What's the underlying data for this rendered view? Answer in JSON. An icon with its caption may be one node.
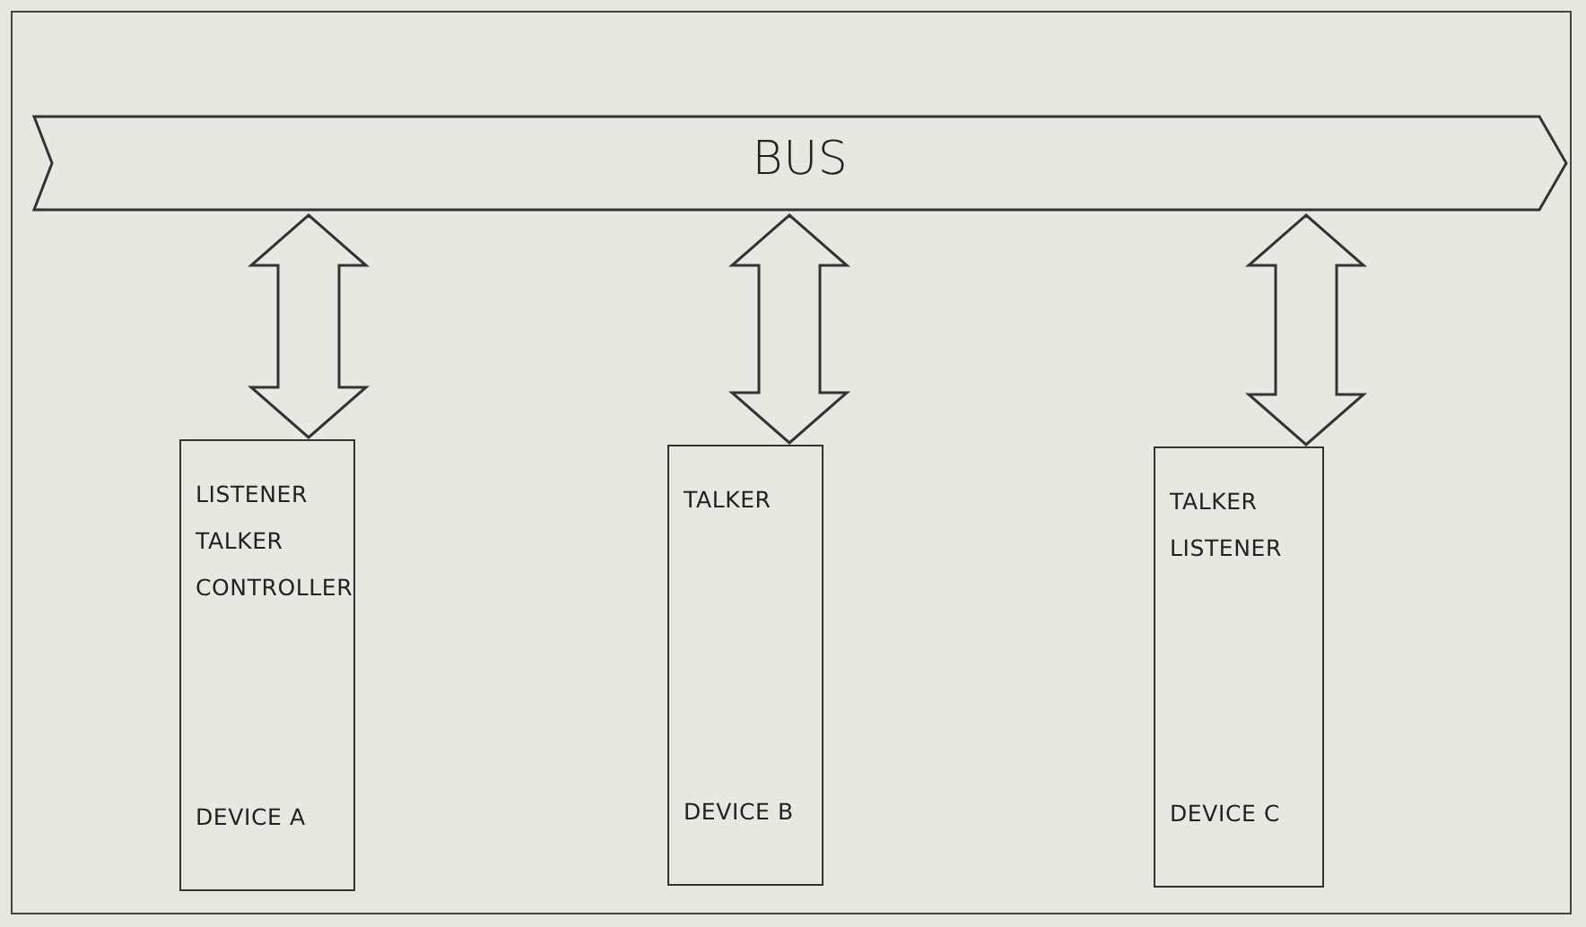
{
  "diagram": {
    "nodes": [
      {
        "text": [
          "BUS"
        ]
      },
      {
        "text": [
          "LISTENER",
          "TALKER",
          "CONTROLLER",
          "DEVICE A"
        ]
      },
      {
        "text": [
          "TALKER",
          "DEVICE B"
        ]
      },
      {
        "text": [
          "TALKER",
          "LISTENER",
          "DEVICE C"
        ]
      }
    ],
    "edges": [
      {
        "from": 0,
        "to": 1,
        "arrow": "both"
      },
      {
        "from": 0,
        "to": 2,
        "arrow": "both"
      },
      {
        "from": 0,
        "to": 3,
        "arrow": "both"
      }
    ]
  }
}
